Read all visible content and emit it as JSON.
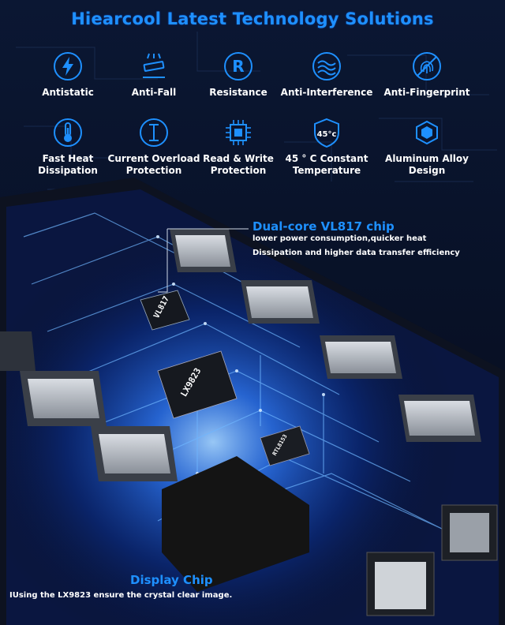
{
  "title": "Hiearcool Latest Technology Solutions",
  "features": [
    {
      "label": "Antistatic",
      "icon": "lightning-icon"
    },
    {
      "label": "Anti-Fall",
      "icon": "drop-device-icon"
    },
    {
      "label": "Resistance",
      "icon": "r-circle-icon"
    },
    {
      "label": "Anti-Interference",
      "icon": "wave-icon"
    },
    {
      "label": "Anti-Fingerprint",
      "icon": "fingerprint-icon"
    },
    {
      "label": "Fast Heat\nDissipation",
      "icon": "thermometer-icon"
    },
    {
      "label": "Current Overload\nProtection",
      "icon": "current-icon"
    },
    {
      "label": "Read & Write\nProtection",
      "icon": "chip-icon"
    },
    {
      "label": "45 ° C Constant\nTemperature",
      "icon": "shield-45c-icon",
      "badge": "45°c"
    },
    {
      "label": "Aluminum Alloy\nDesign",
      "icon": "cube-icon"
    }
  ],
  "callouts": {
    "top": {
      "title": "Dual-core VL817 chip",
      "line1": "lower power consumption,quicker heat",
      "line2": "Dissipation and higher data transfer efficiency"
    },
    "bottom": {
      "title": "Display Chip",
      "line1": "IUsing the LX9823 ensure the crystal clear image."
    }
  },
  "chips": {
    "vl817": "VL817",
    "lx9823": "LX9823",
    "rtl": "RTL8153"
  },
  "colors": {
    "accent": "#1e90ff",
    "background": "#050b1a",
    "glow": "#2f7dff"
  }
}
